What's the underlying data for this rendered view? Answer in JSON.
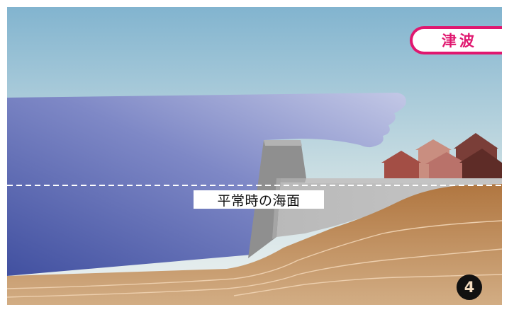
{
  "badge": {
    "label": "津波"
  },
  "water_line": {
    "label": "平常時の海面"
  },
  "step": {
    "number": "4"
  },
  "colors": {
    "sky_top": "#82b4cf",
    "sky_bottom": "#eef2f1",
    "sea_deep": "#4654a3",
    "sea_light": "#b7bde0",
    "seawall": "#8f8f8f",
    "land": "#b17a45",
    "accent": "#e0176f"
  }
}
